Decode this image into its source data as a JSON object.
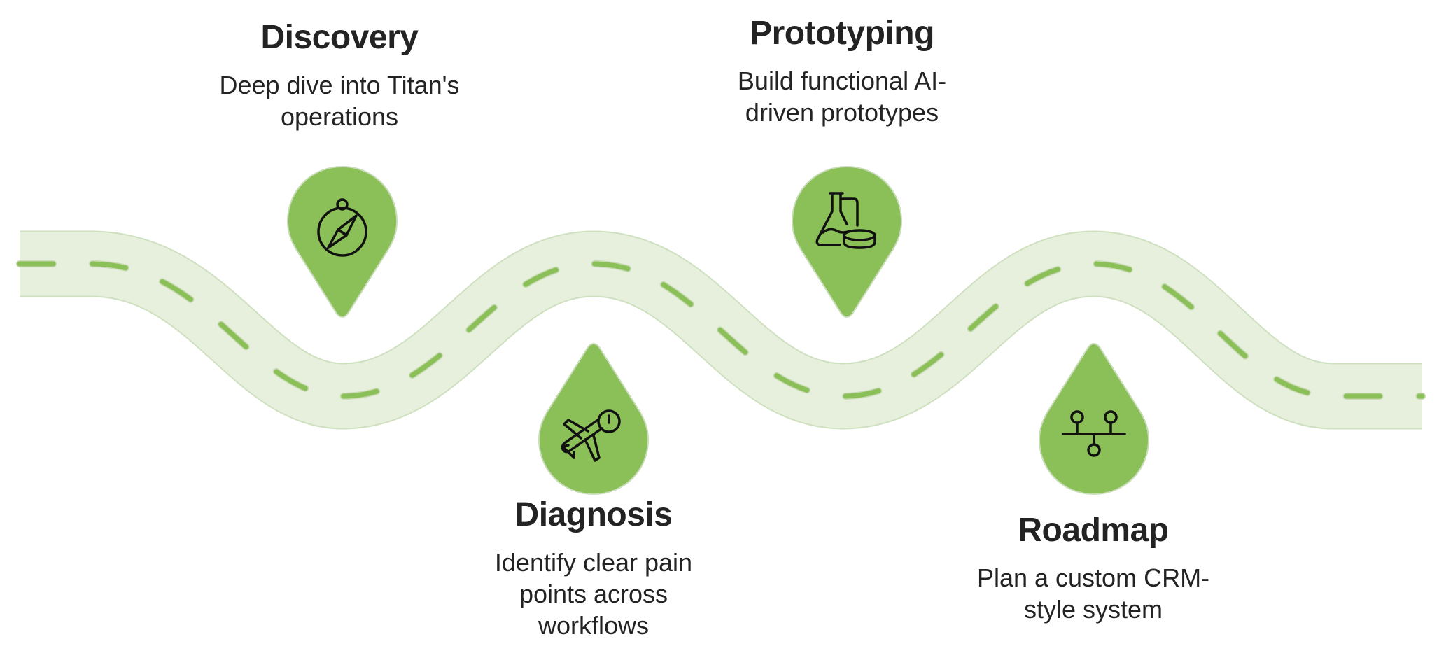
{
  "colors": {
    "road_fill": "#e6f0dc",
    "road_edge": "#cfe0c0",
    "dash": "#8bbf58",
    "pin_fill": "#8bbf58",
    "pin_edge": "#c9dcb8",
    "icon_stroke": "#111111",
    "text": "#232323"
  },
  "stages": [
    {
      "id": "discovery",
      "title": "Discovery",
      "description": "Deep dive into Titan's operations",
      "icon": "compass-icon",
      "position": "above"
    },
    {
      "id": "diagnosis",
      "title": "Diagnosis",
      "description": "Identify clear pain points across workflows",
      "icon": "airplane-delay-icon",
      "position": "below"
    },
    {
      "id": "prototyping",
      "title": "Prototyping",
      "description": "Build functional AI-driven prototypes",
      "icon": "lab-flask-icon",
      "position": "above"
    },
    {
      "id": "roadmap",
      "title": "Roadmap",
      "description": "Plan a custom CRM-style system",
      "icon": "network-nodes-icon",
      "position": "below"
    }
  ]
}
